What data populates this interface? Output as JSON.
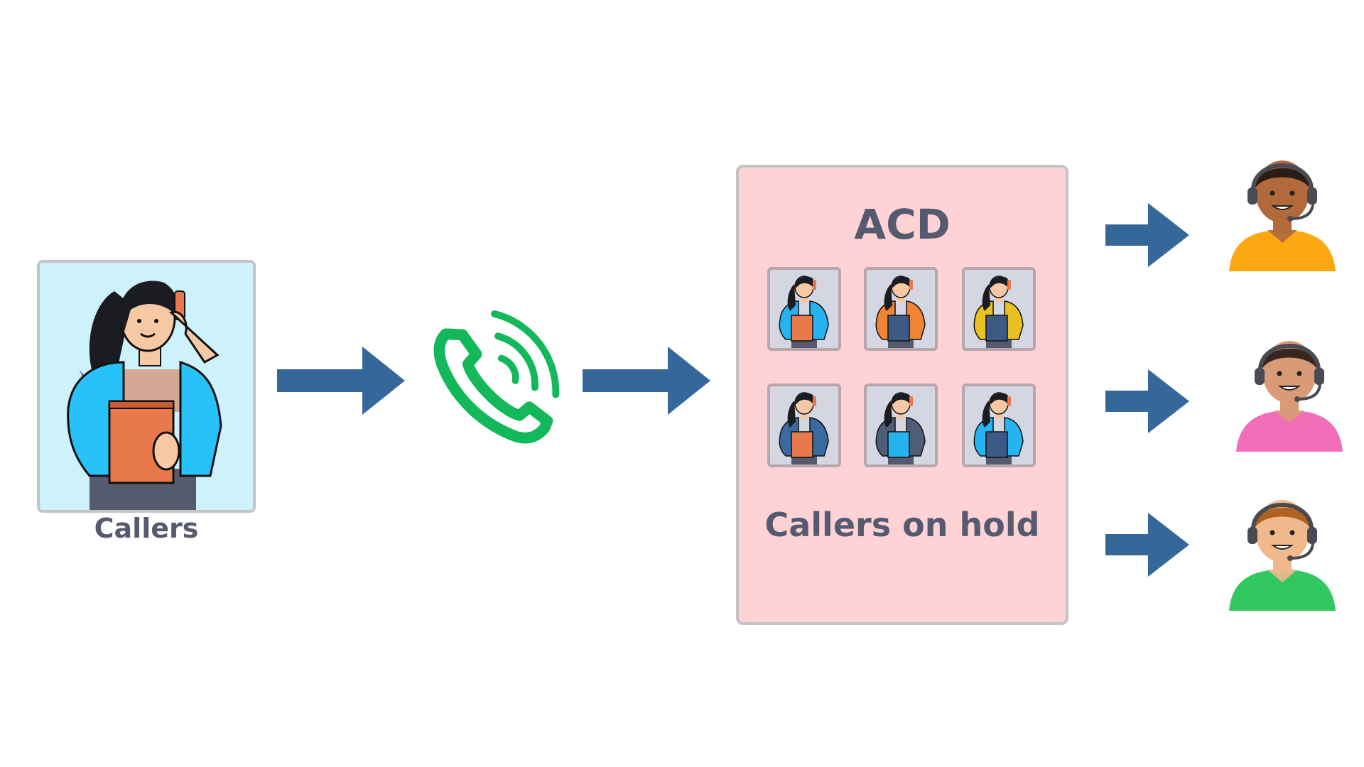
{
  "caller": {
    "label": "Callers",
    "background": "#cef2fc",
    "jacket": "#26c2f8",
    "book": "#e8794a"
  },
  "phone": {
    "color": "#12b85a"
  },
  "arrow_color": "#36679a",
  "acd": {
    "title": "ACD",
    "footer": "Callers on hold",
    "background": "#ffd2d6",
    "holders": [
      {
        "jacket": "#26b4f0",
        "book": "#e8794a"
      },
      {
        "jacket": "#ee8434",
        "book": "#3d5a86"
      },
      {
        "jacket": "#e8c021",
        "book": "#3d5a86"
      },
      {
        "jacket": "#3a6aa2",
        "book": "#e8794a"
      },
      {
        "jacket": "#4e5e7a",
        "book": "#26b4f0"
      },
      {
        "jacket": "#26b4f0",
        "book": "#3d5a86"
      }
    ]
  },
  "agents": [
    {
      "shirt": "#fca812",
      "skin": "#b26a3c",
      "hair": "#2a1d16"
    },
    {
      "shirt": "#f26eb8",
      "skin": "#d99a77",
      "hair": "#3a2620"
    },
    {
      "shirt": "#33c760",
      "skin": "#f0b98d",
      "hair": "#b0621e"
    }
  ]
}
